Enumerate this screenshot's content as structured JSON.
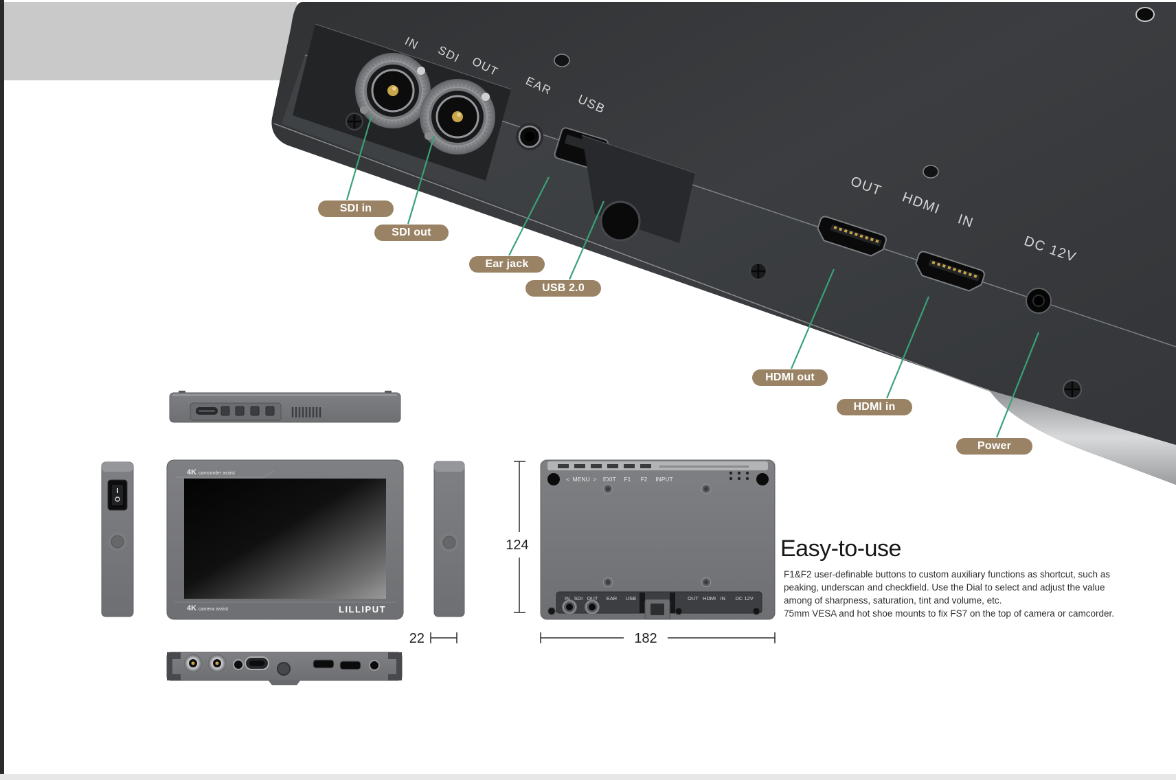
{
  "callouts": [
    {
      "label": "SDI in"
    },
    {
      "label": "SDI out"
    },
    {
      "label": "Ear jack"
    },
    {
      "label": "USB 2.0"
    },
    {
      "label": "HDMI out"
    },
    {
      "label": "HDMI in"
    },
    {
      "label": "Power"
    }
  ],
  "device_panel": {
    "sdi_in": "IN",
    "sdi": "SDI",
    "sdi_out": "OUT",
    "ear": "EAR",
    "usb": "USB",
    "hdmi_out": "OUT",
    "hdmi": "HDMI",
    "hdmi_in": "IN",
    "dc": "DC 12V"
  },
  "views": {
    "front": {
      "badge_top": "4K",
      "top_label": "camcorder assist",
      "badge_bottom": "4K",
      "bottom_label": "camera assist",
      "brand": "LILLIPUT"
    },
    "rear": {
      "menu_row": "<  MENU  >    EXIT     F1      F2     INPUT",
      "ports_left": "IN   SDI   OUT      EAR      USB",
      "ports_right": "OUT   HDMI   IN       DC 12V"
    }
  },
  "dimensions": {
    "height": "124",
    "depth": "22",
    "width": "182"
  },
  "info": {
    "heading": "Easy-to-use",
    "lines": [
      "F1&F2 user-definable buttons to custom auxiliary functions as shortcut, such as",
      "peaking, underscan and checkfield. Use the Dial to select and adjust the value",
      "among of sharpness, saturation, tint and volume, etc.",
      "75mm VESA and hot shoe mounts to fix FS7 on the top of camera or camcorder."
    ]
  },
  "colors": {
    "callout_pill": "#9a8365",
    "callout_line": "#3aa277",
    "band": "#c9c9c9"
  }
}
